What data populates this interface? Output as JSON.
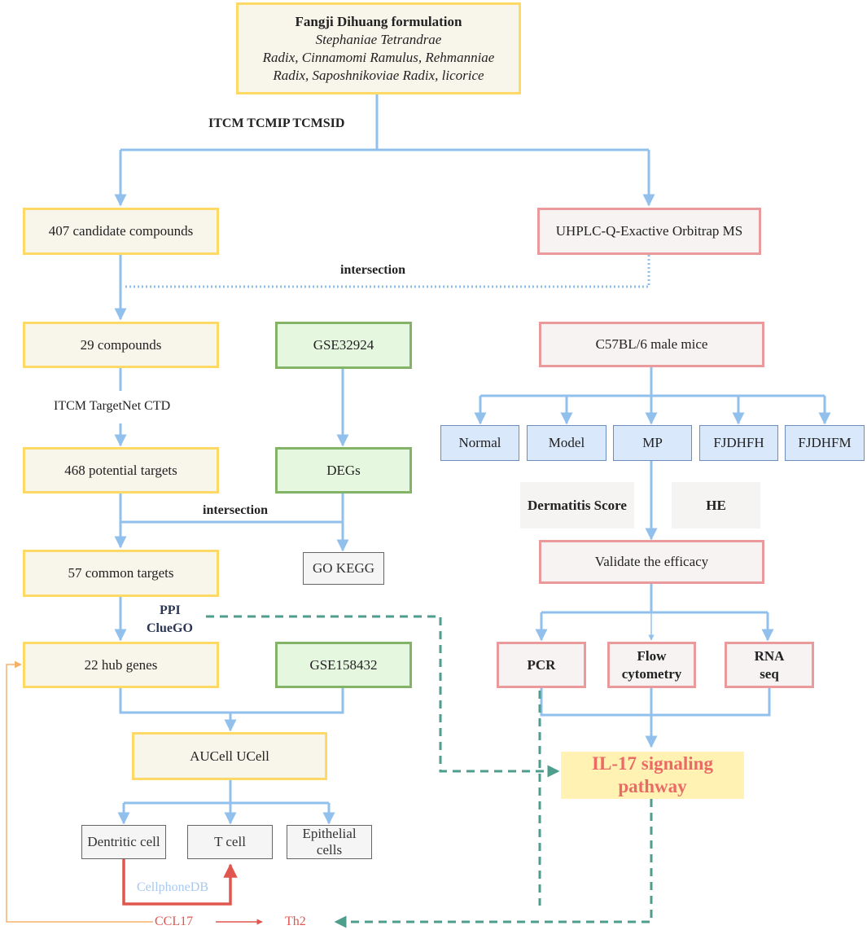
{
  "formulation": {
    "title": "Fangji Dihuang formulation",
    "herbs_line1": "Stephaniae Tetrandrae",
    "herbs_line2": "Radix, Cinnamomi Ramulus, Rehmanniae",
    "herbs_line3": "Radix, Saposhnikoviae Radix, licorice"
  },
  "labels": {
    "databases": "ITCM TCMIP TCMSID",
    "intersection_top": "intersection",
    "target_db": "ITCM TargetNet CTD",
    "intersection_mid": "intersection",
    "ppi": "PPI",
    "cluego": "ClueGO",
    "cellphonedb": "CellphoneDB",
    "ccl17": "CCL17",
    "th2": "Th2"
  },
  "left": {
    "candidates": "407 candidate compounds",
    "compounds": "29 compounds",
    "potential": "468 potential targets",
    "common": "57 common targets",
    "hub": "22 hub genes",
    "aucell": "AUCell UCell",
    "dendritic": "Dentritic cell",
    "tcell": "T cell",
    "epithelial_1": "Epithelial",
    "epithelial_2": "cells"
  },
  "middle": {
    "gse1": "GSE32924",
    "degs": "DEGs",
    "gokegg": "GO KEGG",
    "gse2": "GSE158432"
  },
  "right": {
    "ms": "UHPLC-Q-Exactive Orbitrap MS",
    "mice": "C57BL/6 male mice",
    "groups": [
      "Normal",
      "Model",
      "MP",
      "FJDHFH",
      "FJDHFM"
    ],
    "dermatitis": "Dermatitis Score",
    "he": "HE",
    "validate": "Validate the efficacy",
    "pcr": "PCR",
    "flow_1": "Flow",
    "flow_2": "cytometry",
    "rna_1": "RNA",
    "rna_2": "seq",
    "il17_1": "IL-17 signaling",
    "il17_2": "pathway"
  },
  "colors": {
    "blue_arrow": "#92c0ec",
    "teal_dashed": "#4e9e8e",
    "red_arrow": "#e0564f",
    "orange_line": "#f5b26b",
    "yellow_border": "#ffd966",
    "green_border": "#82b366",
    "red_border": "#ea9a9a"
  }
}
